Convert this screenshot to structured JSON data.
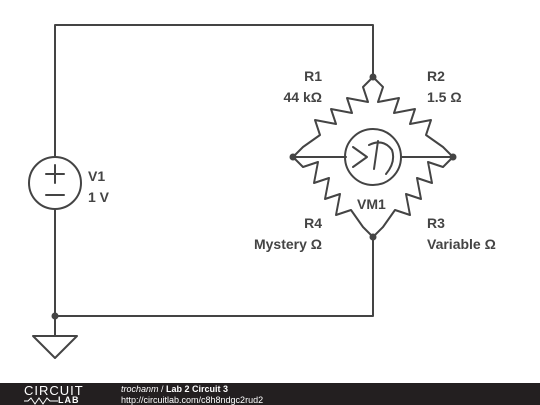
{
  "components": {
    "v1": {
      "name": "V1",
      "value": "1 V"
    },
    "r1": {
      "name": "R1",
      "value": "44 kΩ"
    },
    "r2": {
      "name": "R2",
      "value": "1.5 Ω"
    },
    "r3": {
      "name": "R3",
      "value": "Variable Ω"
    },
    "r4": {
      "name": "R4",
      "value": "Mystery Ω"
    },
    "vm1": {
      "name": "VM1"
    }
  },
  "footer": {
    "logo_top": "CIRCUIT",
    "logo_bottom": "LAB",
    "author": "trochanm",
    "separator": " / ",
    "title": "Lab 2 Circuit 3",
    "url": "http://circuitlab.com/c8h8ndgc2rud2"
  },
  "colors": {
    "wire": "#444444",
    "footer_bg": "#231f20"
  }
}
